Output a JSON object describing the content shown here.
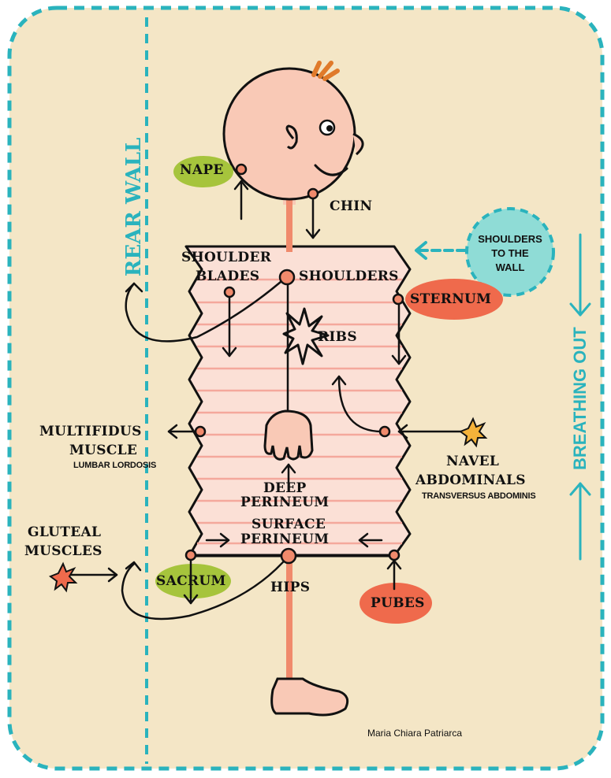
{
  "labels": {
    "nape": "NAPE",
    "chin": "CHIN",
    "rear_wall": "REAR WALL",
    "shoulder_blades_line1": "SHOULDER",
    "shoulder_blades_line2": "BLADES",
    "shoulders": "SHOULDERS",
    "shoulders_to_wall_line1": "SHOULDERS",
    "shoulders_to_wall_line2": "TO THE",
    "shoulders_to_wall_line3": "WALL",
    "sternum": "STERNUM",
    "ribs": "RIBS",
    "breathing_out": "BREATHING OUT",
    "multifidus_line1": "MULTIFIDUS",
    "multifidus_line2": "MUSCLE",
    "lumbar_lordosis": "LUMBAR LORDOSIS",
    "navel": "NAVEL",
    "abdominals": "ABDOMINALS",
    "transversus": "TRANSVERSUS ABDOMINIS",
    "deep_perineum_line1": "DEEP",
    "deep_perineum_line2": "PERINEUM",
    "surface_perineum_line1": "SURFACE",
    "surface_perineum_line2": "PERINEUM",
    "gluteal_line1": "GLUTEAL",
    "gluteal_line2": "MUSCLES",
    "sacrum": "SACRUM",
    "hips": "HIPS",
    "pubes": "PUBES"
  },
  "credit": "Maria Chiara Patriarca",
  "colors": {
    "background": "#f4e6c6",
    "teal": "#2ab3bd",
    "teal_light": "#8fdcd6",
    "skin": "#f9c9b6",
    "torso_stripe": "#f4a89c",
    "green_pill": "#a6c43c",
    "red_pill": "#ef6a4c",
    "joint": "#f08a6c"
  }
}
